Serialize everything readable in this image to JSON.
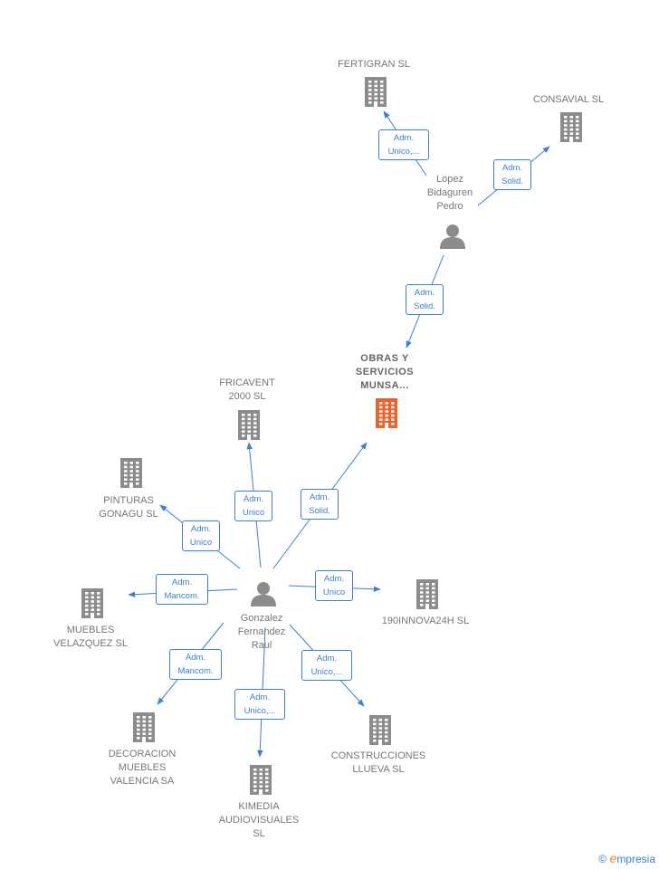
{
  "colors": {
    "edge": "#3b7fd6",
    "company": "#8c8c8c",
    "focus": "#f0602a",
    "person": "#8c8c8c"
  },
  "nodes": [
    {
      "id": "fertigran",
      "kind": "company",
      "lines": [
        "FERTIGRAN  SL"
      ]
    },
    {
      "id": "consavial",
      "kind": "company",
      "lines": [
        "CONSAVIAL SL"
      ]
    },
    {
      "id": "lopez",
      "kind": "person",
      "lines": [
        "Lopez",
        "Bidaguren",
        "Pedro"
      ]
    },
    {
      "id": "obras",
      "kind": "focus",
      "lines": [
        "OBRAS Y",
        "SERVICIOS",
        "MUNSA..."
      ]
    },
    {
      "id": "fricavent",
      "kind": "company",
      "lines": [
        "FRICAVENT",
        "2000 SL"
      ]
    },
    {
      "id": "pinturas",
      "kind": "company",
      "lines": [
        "PINTURAS",
        "GONAGU  SL"
      ]
    },
    {
      "id": "muebles",
      "kind": "company",
      "lines": [
        "MUEBLES",
        "VELAZQUEZ SL"
      ]
    },
    {
      "id": "gonzalez",
      "kind": "person",
      "lines": [
        "Gonzalez",
        "Fernandez",
        "Raul"
      ]
    },
    {
      "id": "innova",
      "kind": "company",
      "lines": [
        "190INNOVA24H SL"
      ]
    },
    {
      "id": "decoracion",
      "kind": "company",
      "lines": [
        "DECORACION",
        "MUEBLES",
        "VALENCIA SA"
      ]
    },
    {
      "id": "kimedia",
      "kind": "company",
      "lines": [
        "KIMEDIA",
        "AUDIOVISUALES",
        "SL"
      ]
    },
    {
      "id": "construcciones",
      "kind": "company",
      "lines": [
        "CONSTRUCCIONES",
        "LLUEVA SL"
      ]
    }
  ],
  "edges": [
    {
      "from": "lopez",
      "to": "fertigran",
      "label": [
        "Adm.",
        "Unico,..."
      ]
    },
    {
      "from": "lopez",
      "to": "consavial",
      "label": [
        "Adm.",
        "Solid."
      ]
    },
    {
      "from": "lopez",
      "to": "obras",
      "label": [
        "Adm.",
        "Solid."
      ]
    },
    {
      "from": "gonzalez",
      "to": "obras",
      "label": [
        "Adm.",
        "Solid."
      ]
    },
    {
      "from": "gonzalez",
      "to": "fricavent",
      "label": [
        "Adm.",
        "Unico"
      ]
    },
    {
      "from": "gonzalez",
      "to": "pinturas",
      "label": [
        "Adm.",
        "Unico"
      ]
    },
    {
      "from": "gonzalez",
      "to": "muebles",
      "label": [
        "Adm.",
        "Mancom."
      ]
    },
    {
      "from": "gonzalez",
      "to": "innova",
      "label": [
        "Adm.",
        "Unico"
      ]
    },
    {
      "from": "gonzalez",
      "to": "decoracion",
      "label": [
        "Adm.",
        "Mancom."
      ]
    },
    {
      "from": "gonzalez",
      "to": "kimedia",
      "label": [
        "Adm.",
        "Unico,..."
      ]
    },
    {
      "from": "gonzalez",
      "to": "construcciones",
      "label": [
        "Adm.",
        "Unico,..."
      ]
    }
  ],
  "footer": {
    "copyright": "©",
    "brand_initial": "e",
    "brand_rest": "mpresia"
  }
}
